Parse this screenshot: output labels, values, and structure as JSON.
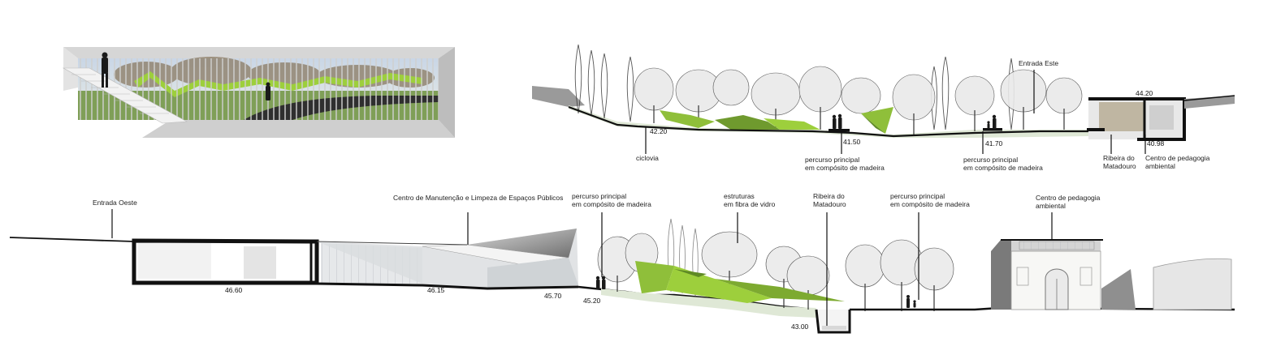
{
  "labels": {
    "entrada_este": "Entrada Este",
    "ciclovia": "ciclovia",
    "percurso_1": [
      "percurso principal",
      "em compósito de madeira"
    ],
    "percurso_2": [
      "percurso principal",
      "em compósito de madeira"
    ],
    "ribeira_top": [
      "Ribeira do",
      "Matadouro"
    ],
    "centro_top": [
      "Centro de pedagogia",
      "ambiental"
    ],
    "entrada_oeste": "Entrada Oeste",
    "centro_manutencao": "Centro de Manutenção e Limpeza de Espaços Públicos",
    "percurso_3": [
      "percurso principal",
      "em compósito de madeira"
    ],
    "estruturas": [
      "estruturas",
      "em fibra de vidro"
    ],
    "ribeira_bottom": [
      "Ribeira do",
      "Matadouro"
    ],
    "percurso_4": [
      "percurso principal",
      "em compósito de madeira"
    ],
    "centro_bottom": [
      "Centro de pedagogia",
      "ambiental"
    ]
  },
  "elevations": {
    "top": [
      "42.20",
      "41.50",
      "41.70",
      "44.20",
      "40.98"
    ],
    "bottom": [
      "46.60",
      "46.15",
      "45.70",
      "45.20",
      "43.00"
    ]
  },
  "colors": {
    "green": "#8fbf3a",
    "dark_green": "#5f8a25",
    "grass": "#dfe8d6",
    "wall": "#111111",
    "glass": "#e6e8ea",
    "concrete": "#b5b5b5"
  }
}
